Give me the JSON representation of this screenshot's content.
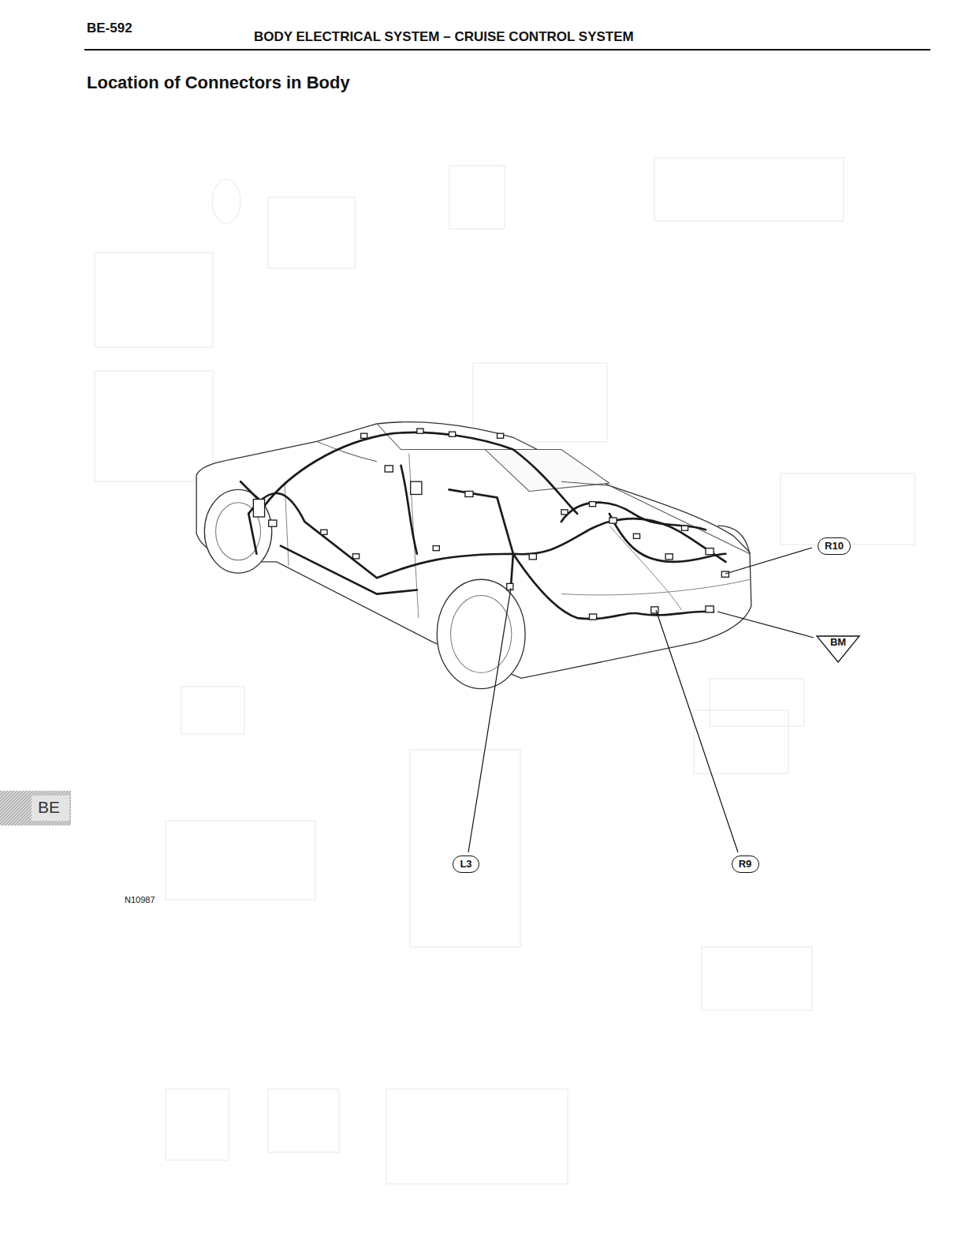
{
  "diagram": {
    "title": "Location of Connectors in Body",
    "nodes": [
      {
        "text": [
          "R10"
        ]
      },
      {
        "text": [
          "BM"
        ]
      },
      {
        "text": [
          "L3"
        ]
      },
      {
        "text": [
          "R9"
        ]
      }
    ],
    "labels": [
      "BE-592",
      "BODY ELECTRICAL SYSTEM – CRUISE CONTROL SYSTEM",
      "BE",
      "N10987"
    ]
  }
}
